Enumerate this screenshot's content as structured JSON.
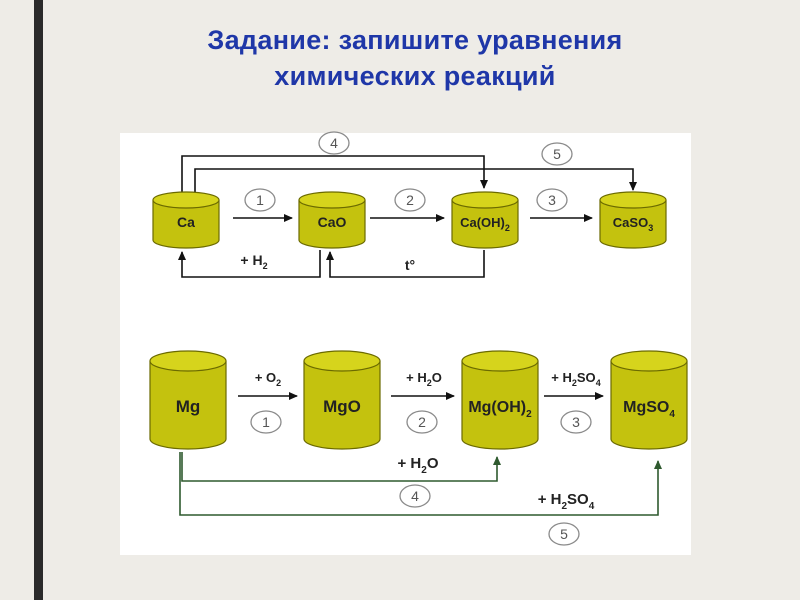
{
  "slide": {
    "title_line1": "Задание: запишите уравнения",
    "title_line2": "химических реакций"
  },
  "colors": {
    "title": "#1f37a8",
    "cylinder_fill": "#c4c20e",
    "cylinder_top": "#d6d41c",
    "cylinder_stroke": "#6b6a00",
    "arrow_dark": "#111111",
    "arrow_green": "#2f5a2f",
    "circle_stroke": "#8a8a8a",
    "circle_text": "#555555"
  },
  "ca_chain": {
    "nodes": [
      "Ca",
      "CaO",
      "Ca(OH)",
      "CaSO"
    ],
    "node_subs": [
      "",
      "",
      "2",
      "3"
    ],
    "steps": [
      "1",
      "2",
      "3",
      "4",
      "5"
    ],
    "plus_h2": "+ H",
    "plus_h2_sub": "2",
    "heat": "t°"
  },
  "mg_chain": {
    "nodes": [
      "Mg",
      "MgO",
      "Mg(OH)",
      "MgSO"
    ],
    "node_subs": [
      "",
      "",
      "2",
      "4"
    ],
    "steps": [
      "1",
      "2",
      "3",
      "4",
      "5"
    ],
    "reagent1": "+ O",
    "reagent1_sub": "2",
    "reagent2_a": "+ H",
    "reagent2_sub": "2",
    "reagent2_b": "O",
    "reagent3_a": "+ H",
    "reagent3_sub1": "2",
    "reagent3_b": "SO",
    "reagent3_sub2": "4",
    "reagent4_a": "+ H",
    "reagent4_sub": "2",
    "reagent4_b": "O",
    "reagent5_a": "+ H",
    "reagent5_sub1": "2",
    "reagent5_b": "SO",
    "reagent5_sub2": "4"
  }
}
